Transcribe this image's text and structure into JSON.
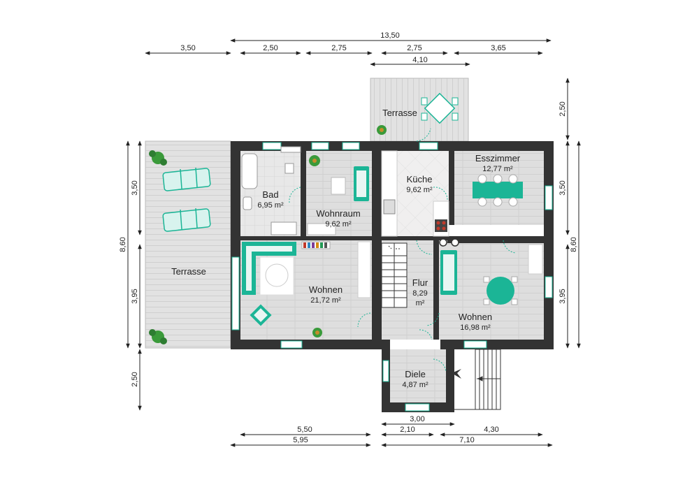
{
  "dimensions": {
    "top_total": "13,50",
    "top_left": "3,50",
    "top_a": "2,50",
    "top_b": "2,75",
    "top_c": "2,75",
    "top_d": "3,65",
    "top_terrace": "4,10",
    "right_terrace": "2,50",
    "right_upper": "3,50",
    "right_lower": "3,95",
    "right_total": "8,60",
    "left_upper": "3,50",
    "left_lower": "3,95",
    "left_total": "8,60",
    "left_bottom": "2,50",
    "bottom_a": "5,50",
    "bottom_b": "5,95",
    "bottom_c": "3,00",
    "bottom_d": "2,10",
    "bottom_e": "4,30",
    "bottom_f": "7,10"
  },
  "rooms": {
    "terrasse_top": {
      "name": "Terrasse"
    },
    "terrasse_left": {
      "name": "Terrasse"
    },
    "bad": {
      "name": "Bad",
      "area": "6,95 m²"
    },
    "wohnraum": {
      "name": "Wohnraum",
      "area": "9,62 m²"
    },
    "kueche": {
      "name": "Küche",
      "area": "9,62 m²"
    },
    "esszimmer": {
      "name": "Esszimmer",
      "area": "12,77 m²"
    },
    "wohnen_left": {
      "name": "Wohnen",
      "area": "21,72 m²"
    },
    "flur": {
      "name": "Flur",
      "area_num": "8,29",
      "area_unit": "m²"
    },
    "wohnen_right": {
      "name": "Wohnen",
      "area": "16,98 m²"
    },
    "diele": {
      "name": "Diele",
      "area": "4,87 m²"
    }
  },
  "colors": {
    "wall": "#333333",
    "floor": "#e3e3e3",
    "terrace": "#dcdcdc",
    "accent": "#1bb596"
  }
}
